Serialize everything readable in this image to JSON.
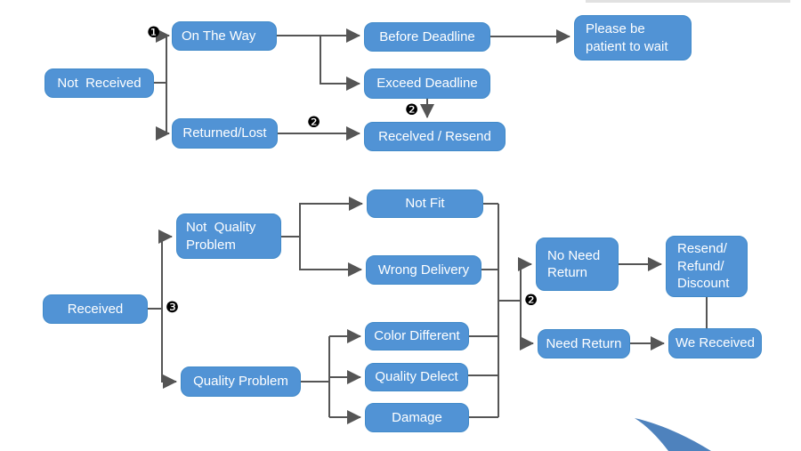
{
  "diagram": {
    "nodes": {
      "not_received": "Not  Received",
      "on_the_way": "On The Way",
      "returned_lost": "Returned/Lost",
      "before_deadline": "Before Deadline",
      "exceed_deadline": "Exceed Deadline",
      "received_resend": "Recelved / Resend",
      "please_wait": "Please be\npatient to wait",
      "received": "Received",
      "not_quality_problem": "Not  Quality\nProblem",
      "quality_problem": "Quality Problem",
      "not_fit": "Not Fit",
      "wrong_delivery": "Wrong Delivery",
      "color_different": "Color Different",
      "quality_delect": "Quality Delect",
      "damage": "Damage",
      "no_need_return": "No Need\nReturn",
      "need_return": "Need Return",
      "resend_refund_discount": "Resend/\nRefund/\nDiscount",
      "we_received": "We Received"
    },
    "markers": {
      "step1": "❶",
      "step2_returned": "❷",
      "step2_exceed": "❷",
      "step3": "❸",
      "step2_return_split": "❷"
    },
    "colors": {
      "box_fill": "#5193d5",
      "box_border": "#418ac9",
      "box_text": "#ffffff",
      "connector": "#555555",
      "marker_text": "#000000",
      "swoosh": "#4e82bd",
      "top_edge_strip": "#d9d9d9"
    }
  }
}
